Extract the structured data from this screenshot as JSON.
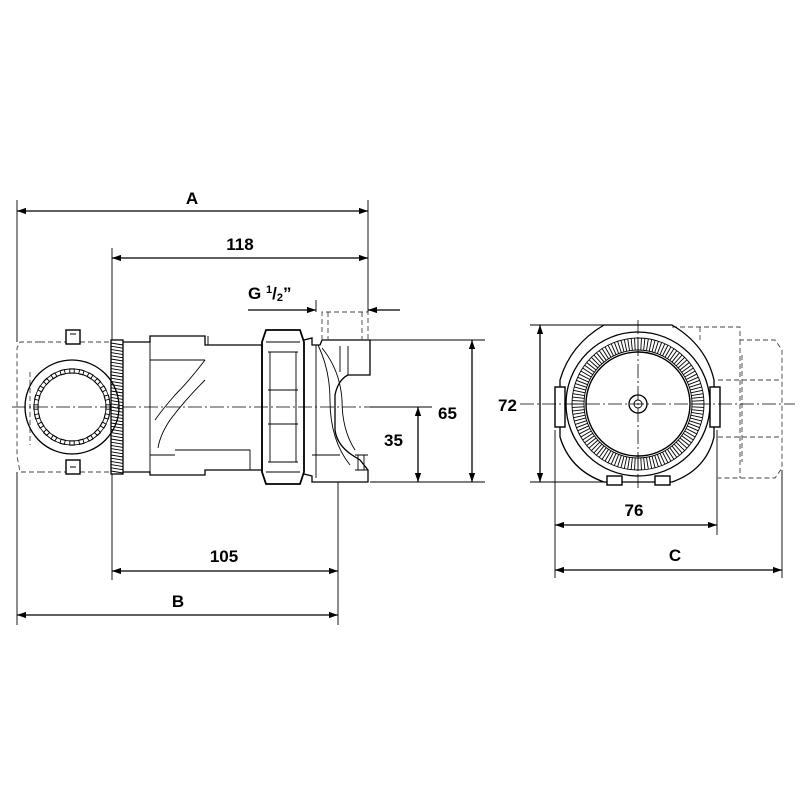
{
  "dimensions": {
    "A": "A",
    "d118": "118",
    "thread_main": "G ",
    "thread_frac_num": "1",
    "thread_frac_sep": "/",
    "thread_frac_den": "2",
    "thread_quote": "”",
    "d65": "65",
    "d35": "35",
    "d105": "105",
    "B": "B",
    "d72": "72",
    "d76": "76",
    "C": "C"
  }
}
